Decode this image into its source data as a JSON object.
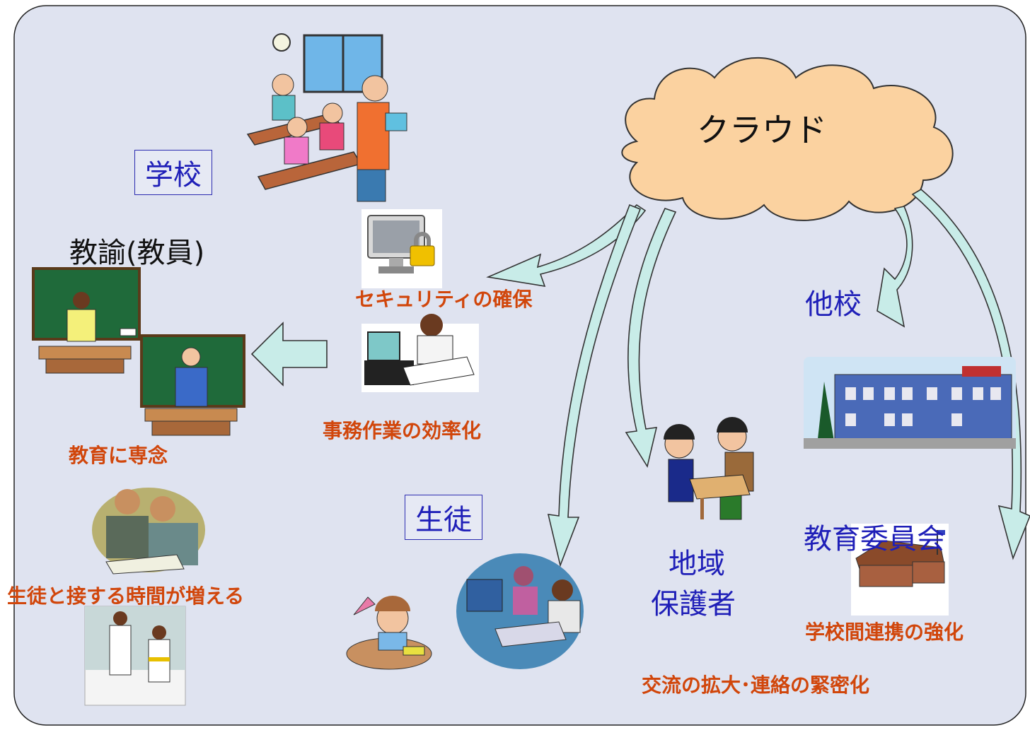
{
  "labels": {
    "cloud": "クラウド",
    "school": "学校",
    "teacher": "教諭(教員)",
    "security": "セキュリティの確保",
    "office_work": "事務作業の効率化",
    "education_focus": "教育に専念",
    "student_time": "生徒と接する時間が増える",
    "student": "生徒",
    "other_school": "他校",
    "community": "地域",
    "guardian": "保護者",
    "board": "教育委員会",
    "school_link": "学校間連携の強化",
    "exchange": "交流の拡大･連絡の緊密化"
  },
  "colors": {
    "background": "#dfe3f0",
    "cloud_fill": "#fbd2a0",
    "arrow_fill": "#c8ece8",
    "label_blue": "#1f1fb8",
    "label_orange": "#d1460b"
  }
}
